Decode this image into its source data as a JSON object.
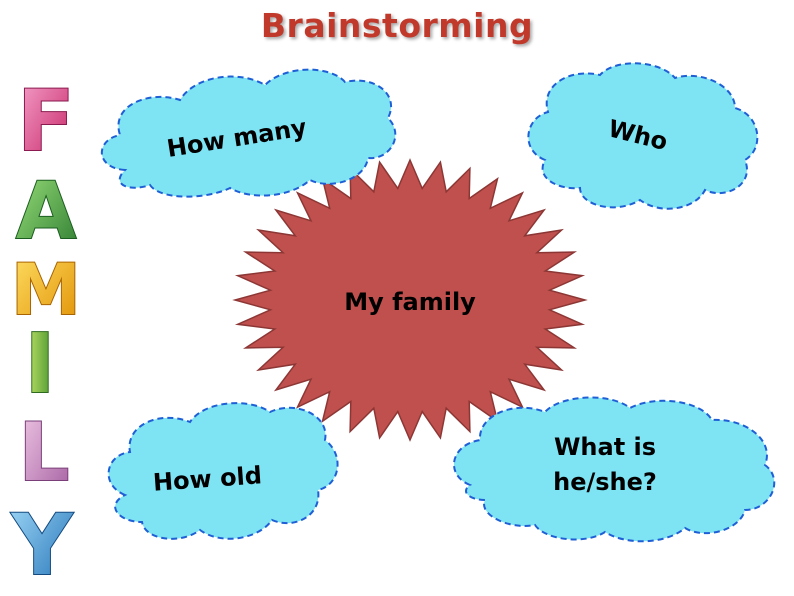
{
  "title": "Brainstorming",
  "center": {
    "label": "My family",
    "color": "#c0504d"
  },
  "bubbles": [
    {
      "id": "how-many",
      "label": "How many"
    },
    {
      "id": "who",
      "label": "Who"
    },
    {
      "id": "how-old",
      "label": "How old"
    },
    {
      "id": "what-is",
      "label_line1": "What is",
      "label_line2": "he/she?"
    }
  ],
  "bubble_fill": "#7ee3f3",
  "bubble_stroke": "#1f5fd6",
  "family_letters": [
    {
      "char": "F",
      "color": "#e86aa8"
    },
    {
      "char": "A",
      "color": "#4caf50"
    },
    {
      "char": "M",
      "color": "#f5b700"
    },
    {
      "char": "I",
      "color": "#6ab04c"
    },
    {
      "char": "L",
      "color": "#d58fc7"
    },
    {
      "char": "Y",
      "color": "#4aa3df"
    }
  ]
}
